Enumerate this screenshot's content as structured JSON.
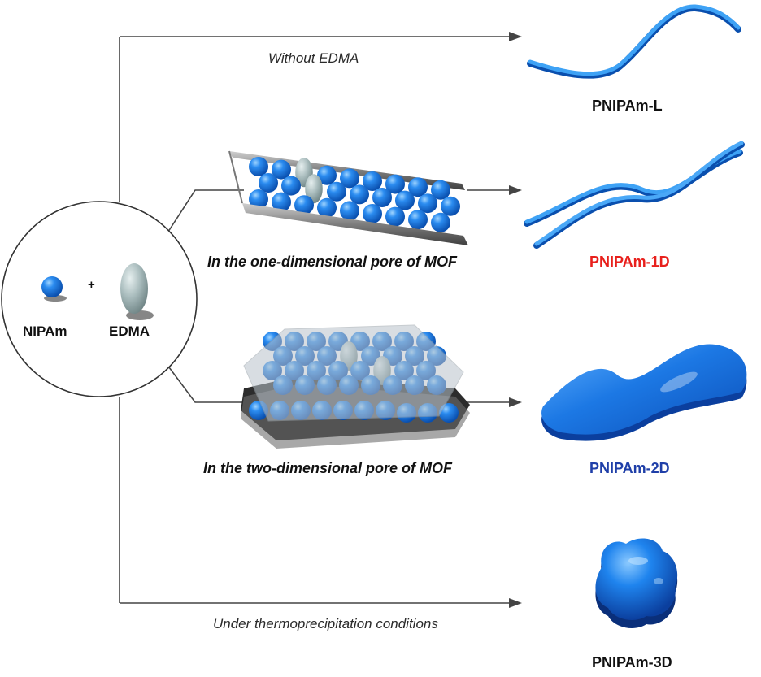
{
  "monomers": {
    "monomer_a": "NIPAm",
    "crosslinker": "EDMA",
    "plus": "+"
  },
  "routes": {
    "top": "Without EDMA",
    "one_d": "In the one-dimensional pore of MOF",
    "two_d": "In the two-dimensional pore of MOF",
    "bottom": "Under thermoprecipitation conditions"
  },
  "products": {
    "linear": {
      "label": "PNIPAm-L",
      "color": "#111111"
    },
    "one_d": {
      "label": "PNIPAm-1D",
      "color": "#e8201c"
    },
    "two_d": {
      "label": "PNIPAm-2D",
      "color": "#1f3fa8"
    },
    "three_d": {
      "label": "PNIPAm-3D",
      "color": "#111111"
    }
  },
  "colors": {
    "sphere": "#1e7fe0",
    "crosslinker": "#aebfc0",
    "line": "#333333",
    "mof_wall": "#8a8a8a"
  }
}
